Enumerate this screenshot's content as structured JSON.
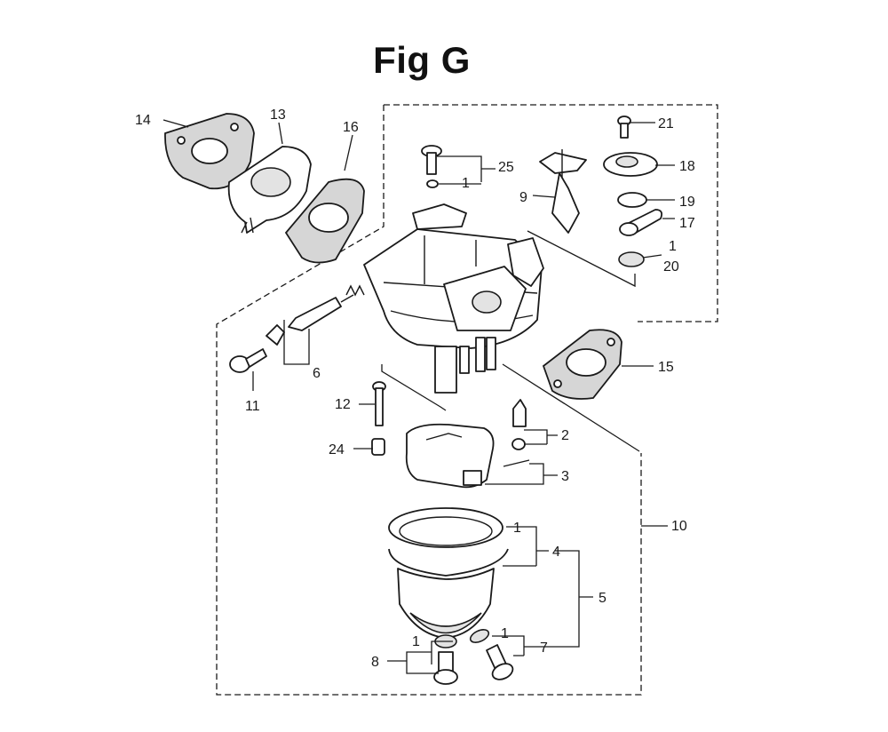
{
  "figure": {
    "title": "Fig G"
  },
  "parts": {
    "p1a": "1",
    "p1b": "1",
    "p1c": "1",
    "p1d": "1",
    "p1e": "1",
    "p2": "2",
    "p3": "3",
    "p4": "4",
    "p5": "5",
    "p6": "6",
    "p7": "7",
    "p8": "8",
    "p9": "9",
    "p10": "10",
    "p11": "11",
    "p12": "12",
    "p13": "13",
    "p14": "14",
    "p15": "15",
    "p16": "16",
    "p17": "17",
    "p18": "18",
    "p19": "19",
    "p20": "20",
    "p21": "21",
    "p24": "24",
    "p25": "25"
  },
  "colors": {
    "ink": "#1a1a1a",
    "gasket_fill": "#d6d6d6",
    "background": "#ffffff"
  }
}
